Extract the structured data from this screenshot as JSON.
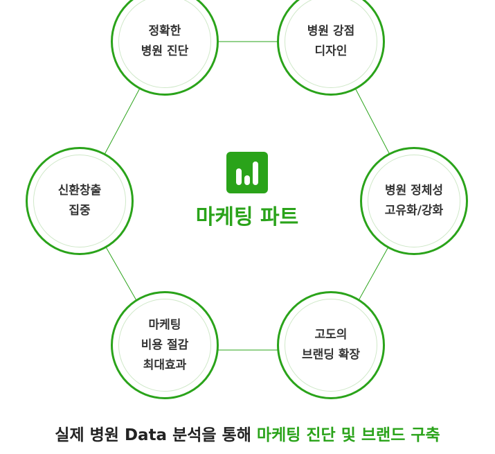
{
  "center": {
    "title": "마케팅 파트",
    "icon": "bar-chart-icon"
  },
  "nodes": [
    {
      "id": "top-left",
      "lines": [
        "정확한",
        "병원 진단"
      ]
    },
    {
      "id": "top-right",
      "lines": [
        "병원 강점",
        "디자인"
      ]
    },
    {
      "id": "right",
      "lines": [
        "병원 정체성",
        "고유화/강화"
      ]
    },
    {
      "id": "bottom-right",
      "lines": [
        "고도의",
        "브랜딩 확장"
      ]
    },
    {
      "id": "bottom-left",
      "lines": [
        "마케팅",
        "비용 절감",
        "최대효과"
      ]
    },
    {
      "id": "left",
      "lines": [
        "신환창출",
        "집중"
      ]
    }
  ],
  "caption": {
    "prefix": "실제 병원 Data 분석을 통해 ",
    "highlight": "마케팅 진단 및 브랜드 구축"
  },
  "colors": {
    "accent": "#2aa31a",
    "text": "#333333",
    "inner_ring": "#cfe8c8"
  }
}
